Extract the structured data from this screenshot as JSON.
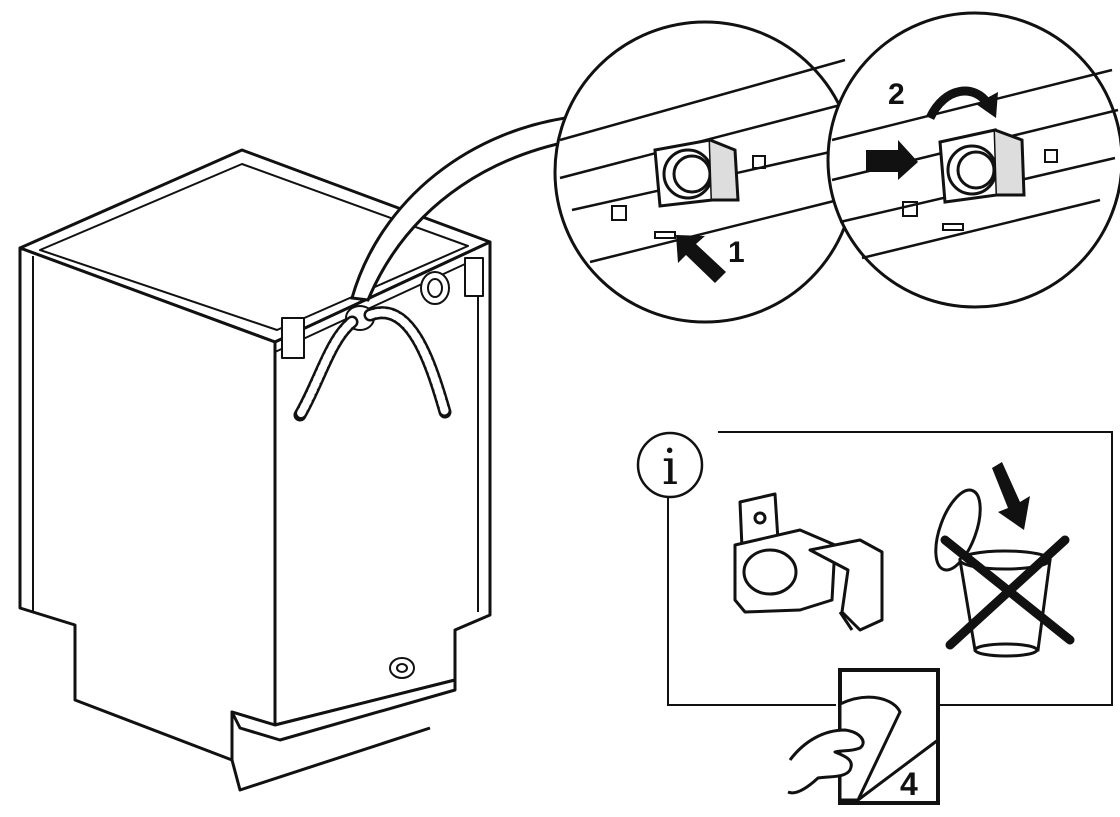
{
  "labels": {
    "step1": "1",
    "step2": "2",
    "info_symbol": "i",
    "page_ref": "4"
  },
  "icons": {
    "info": "info-icon",
    "clip": "hose-clip-icon",
    "prohibited": "prohibited-cross-icon",
    "manual": "manual-page-icon"
  },
  "colors": {
    "line": "#111111",
    "background": "#ffffff",
    "shade": "#c8c8c8"
  }
}
